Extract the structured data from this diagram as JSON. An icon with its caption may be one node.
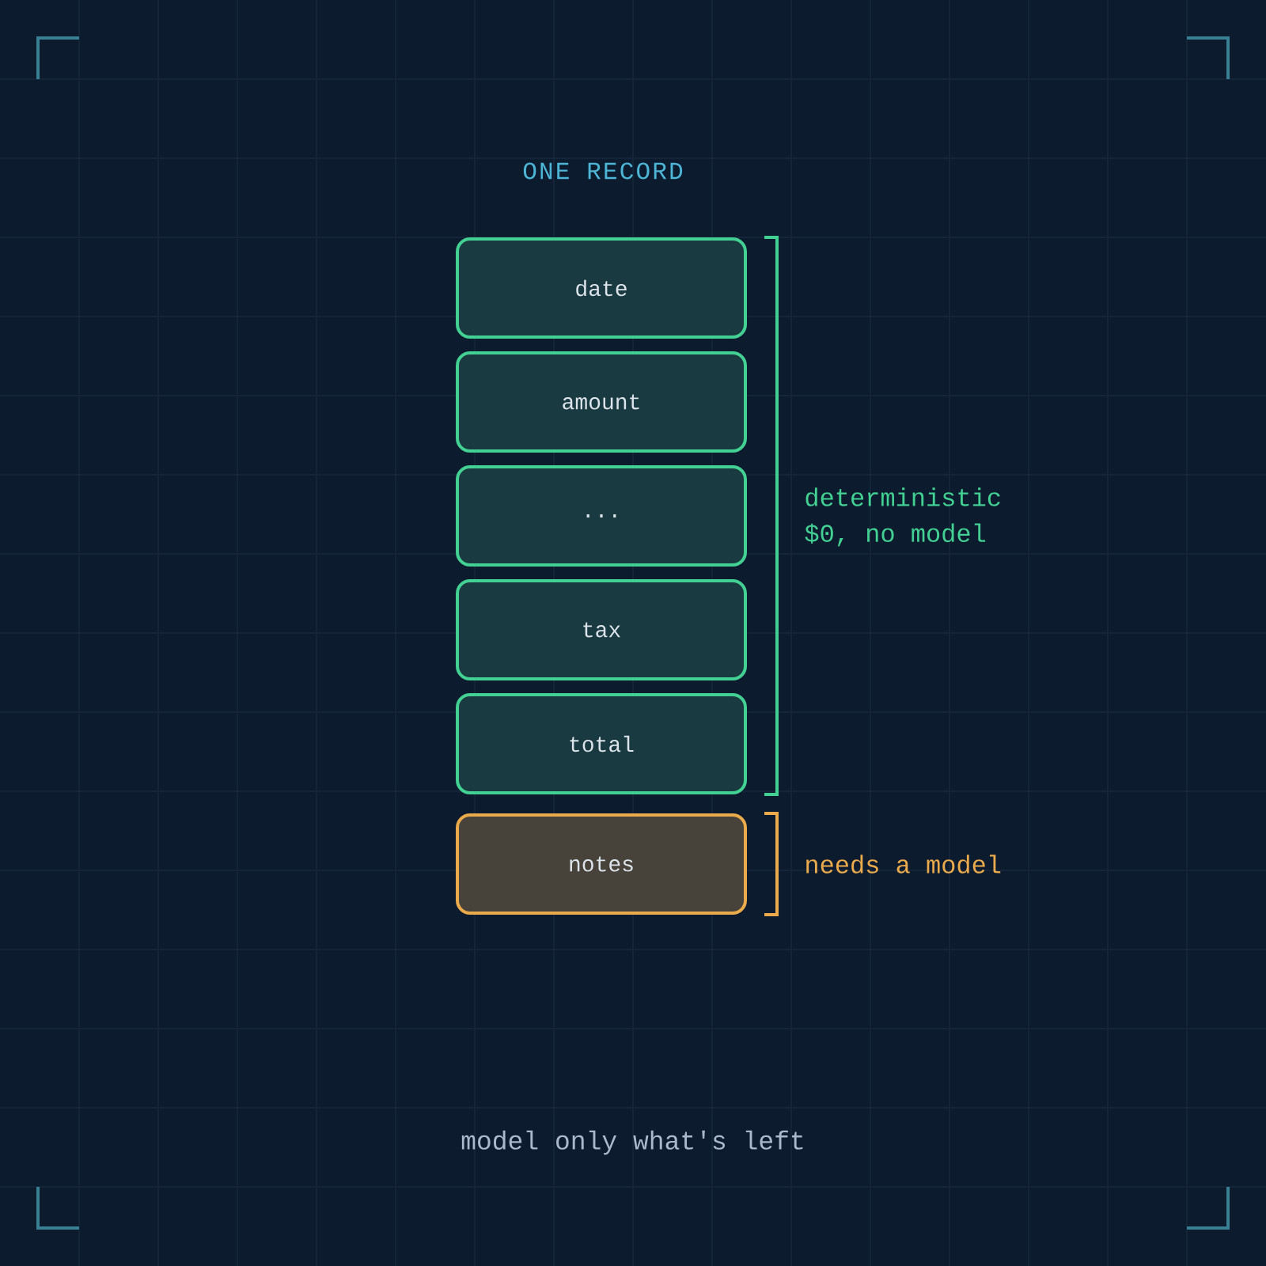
{
  "diagram": {
    "title": "ONE RECORD",
    "nodes": [
      {
        "text": [
          "date"
        ]
      },
      {
        "text": [
          "amount"
        ]
      },
      {
        "text": [
          "..."
        ]
      },
      {
        "text": [
          "tax"
        ]
      },
      {
        "text": [
          "total"
        ]
      },
      {
        "text": [
          "notes"
        ]
      }
    ],
    "labels": [
      "deterministic",
      "$0, no model",
      "needs a model"
    ],
    "caption": "model only what's left"
  }
}
